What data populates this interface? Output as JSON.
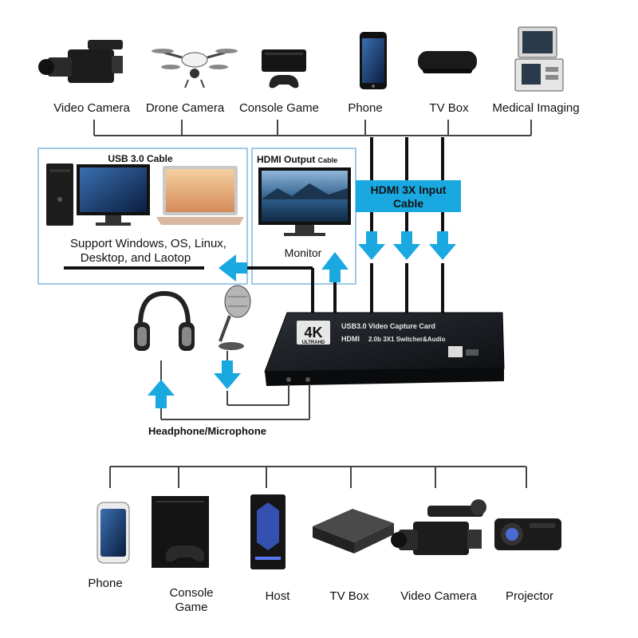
{
  "top_devices": [
    "Video Camera",
    "Drone Camera",
    "Console Game",
    "Phone",
    "TV Box",
    "Medical Imaging"
  ],
  "usb_box": {
    "title": "USB 3.0 Cable",
    "support_line1": "Support Windows, OS, Linux,",
    "support_line2": "Desktop, and Laotop"
  },
  "hdmi_out_box": {
    "title_main": "HDMI Output",
    "title_small": "Cable",
    "monitor": "Monitor"
  },
  "hdmi_input": {
    "line1": "HDMI 3X Input",
    "line2": "Cable"
  },
  "capture_card": {
    "badge_main": "4K",
    "badge_sub": "ULTRAHD",
    "title": "USB3.0 Video Capture Card",
    "hdmi_text": "HDMI",
    "subtitle": "2.0b 3X1 Switcher&Audio"
  },
  "audio_label": "Headphone/Microphone",
  "bottom_devices": [
    {
      "line1": "Phone",
      "line2": ""
    },
    {
      "line1": "Console",
      "line2": "Game"
    },
    {
      "line1": "Host",
      "line2": ""
    },
    {
      "line1": "TV Box",
      "line2": ""
    },
    {
      "line1": "Video Camera",
      "line2": ""
    },
    {
      "line1": "Projector",
      "line2": ""
    }
  ],
  "colors": {
    "arrow": "#19a9e0",
    "banner": "#19a9e0",
    "line": "#444444",
    "box_border": "#7fb8e0"
  }
}
